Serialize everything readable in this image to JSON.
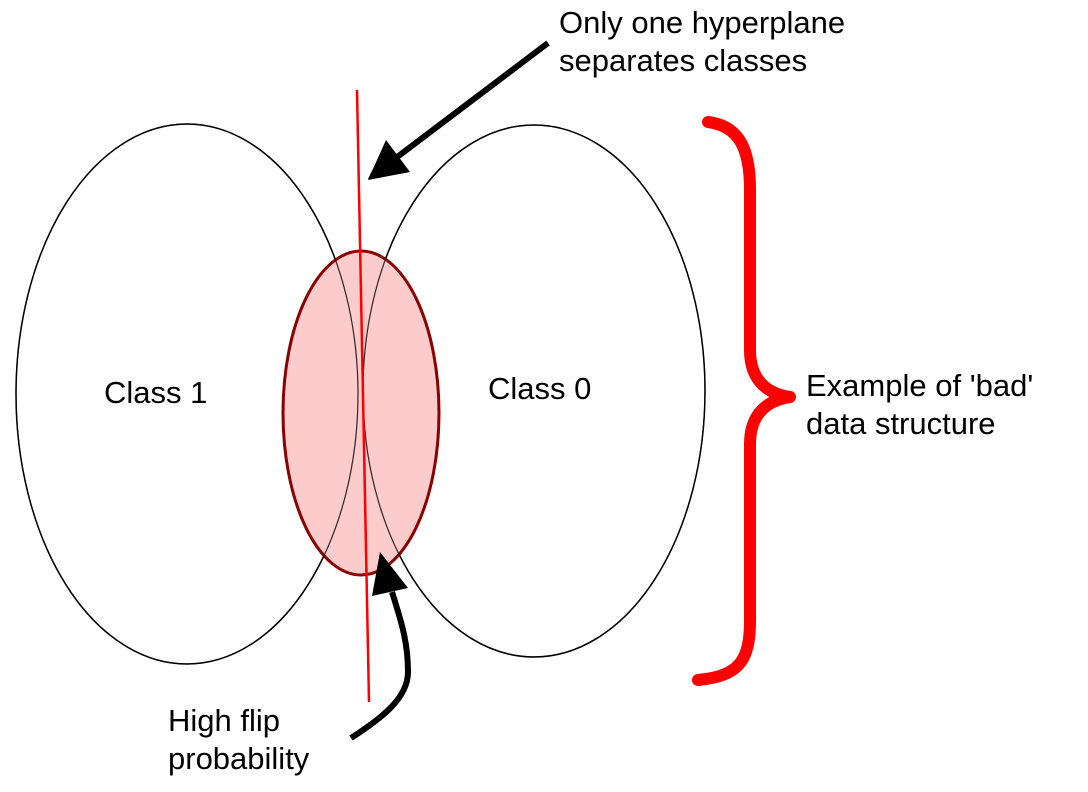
{
  "labels": {
    "hyperplane": [
      "Only one hyperplane",
      "separates classes"
    ],
    "class1": "Class 1",
    "class0": "Class 0",
    "example": [
      "Example of 'bad'",
      "data structure"
    ],
    "flip": [
      "High flip",
      "probability"
    ]
  },
  "colors": {
    "ellipse_stroke": "#000000",
    "hyperplane_line": "#ff0000",
    "overlap_fill": "#fcc9c9",
    "overlap_stroke": "#8b0000",
    "brace": "#ff0000",
    "arrow": "#000000",
    "text": "#000000"
  }
}
